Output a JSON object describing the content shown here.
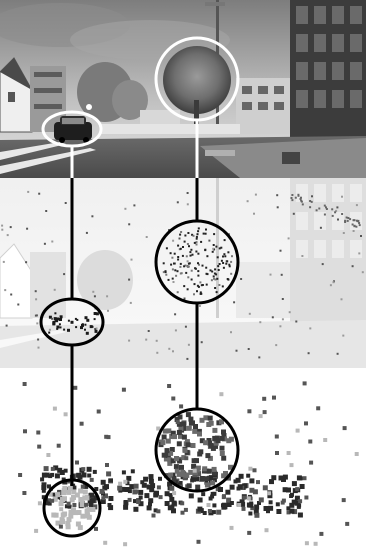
{
  "figure": {
    "panels": [
      {
        "id": "photo",
        "description_name": "street-photo-panel"
      },
      {
        "id": "edges",
        "description_name": "feature-overlay-panel"
      },
      {
        "id": "cloud",
        "description_name": "point-cloud-panel"
      }
    ],
    "highlights": [
      {
        "name": "car",
        "color": "#ffffff"
      },
      {
        "name": "tree",
        "color": "#ffffff"
      }
    ],
    "colors": {
      "sky": "#d8d8d8",
      "road": "#5a5a5a",
      "building_dark": "#3a3a3a",
      "connector": "#000000",
      "point_dark": "#2a2a2a",
      "point_light": "#b8b8b8"
    }
  }
}
